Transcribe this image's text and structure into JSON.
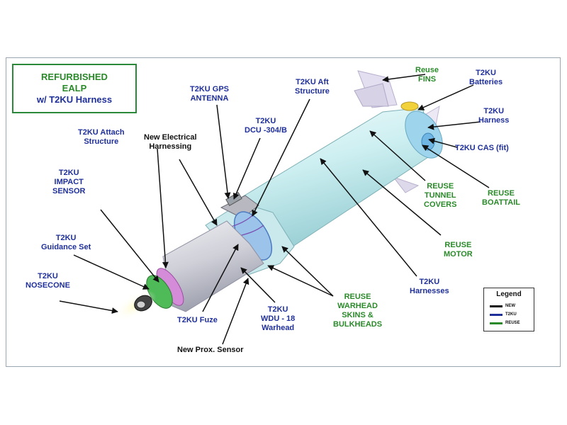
{
  "title_box": {
    "line1": "REFURBISHED",
    "line2": "EALP",
    "line3": "w/ T2KU Harness"
  },
  "labels": {
    "reuse_fins": [
      "Reuse",
      "FINS"
    ],
    "t2ku_batteries": [
      "T2KU",
      "Batteries"
    ],
    "t2ku_harness": [
      "T2KU",
      "Harness"
    ],
    "t2ku_cas": [
      "T2KU CAS (fit)"
    ],
    "reuse_boattail": [
      "REUSE",
      "BOATTAIL"
    ],
    "reuse_tunnel_covers": [
      "REUSE",
      "TUNNEL",
      "COVERS"
    ],
    "reuse_motor": [
      "REUSE",
      "MOTOR"
    ],
    "t2ku_harnesses": [
      "T2KU",
      "Harnesses"
    ],
    "t2ku_aft_structure": [
      "T2KU Aft",
      "Structure"
    ],
    "t2ku_dcu": [
      "T2KU",
      "DCU -304/B"
    ],
    "t2ku_gps_antenna": [
      "T2KU GPS",
      "ANTENNA"
    ],
    "new_electrical_harnessing": [
      "New Electrical",
      "Harnessing"
    ],
    "t2ku_attach_structure": [
      "T2KU  Attach",
      "Structure"
    ],
    "t2ku_impact_sensor": [
      "T2KU",
      "IMPACT",
      "SENSOR"
    ],
    "t2ku_guidance_set": [
      "T2KU",
      "Guidance Set"
    ],
    "t2ku_nosecone": [
      "T2KU",
      "NOSECONE"
    ],
    "t2ku_fuze": [
      "T2KU Fuze"
    ],
    "t2ku_wdu18_warhead": [
      "T2KU",
      "WDU - 18",
      "Warhead"
    ],
    "new_prox_sensor": [
      "New Prox. Sensor"
    ],
    "reuse_warhead_skins": [
      "REUSE",
      "WARHEAD",
      "SKINS &",
      "BULKHEADS"
    ]
  },
  "legend": {
    "title": "Legend",
    "items": [
      {
        "text": "NEW",
        "color": "#111111"
      },
      {
        "text": "T2KU",
        "color": "#1f2f9a"
      },
      {
        "text": "REUSE",
        "color": "#2a8a2a"
      }
    ]
  },
  "colors": {
    "green": "#2a8a2a",
    "blue": "#1f2f9a",
    "black": "#111111"
  }
}
